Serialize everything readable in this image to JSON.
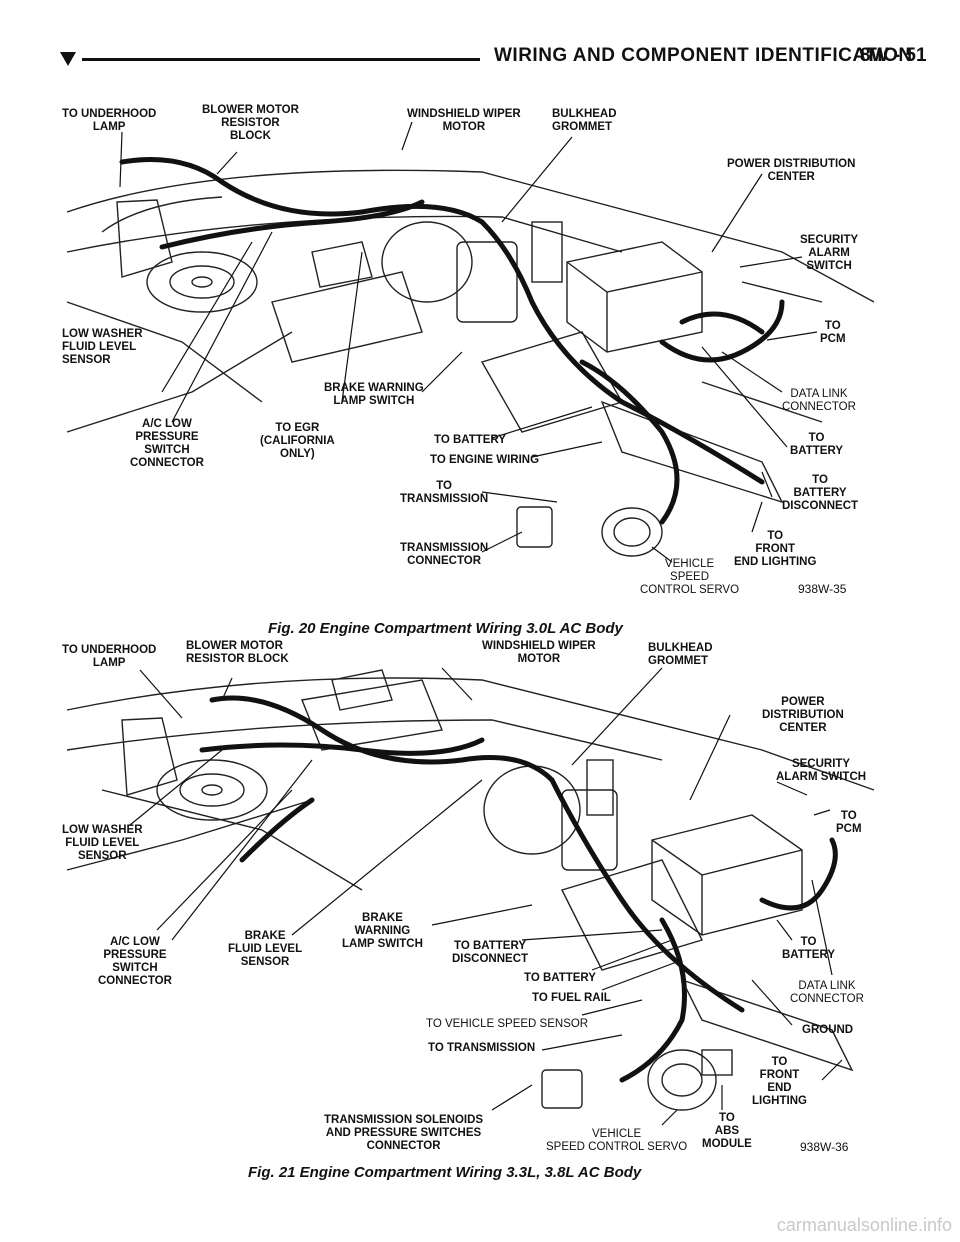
{
  "header": {
    "title": "WIRING AND COMPONENT IDENTIFICATION",
    "page": "8W - 51"
  },
  "figure1": {
    "caption": "Fig. 20 Engine Compartment Wiring 3.0L AC Body",
    "code": "938W-35",
    "labels": {
      "underhood_lamp": "TO UNDERHOOD\nLAMP",
      "blower_resistor": "BLOWER MOTOR\nRESISTOR\nBLOCK",
      "wiper_motor": "WINDSHIELD WIPER\nMOTOR",
      "bulkhead": "BULKHEAD\nGROMMET",
      "pdc": "POWER DISTRIBUTION\nCENTER",
      "security": "SECURITY\nALARM\nSWITCH",
      "pcm": "TO\nPCM",
      "washer": "LOW WASHER\nFLUID LEVEL\nSENSOR",
      "brake_warning": "BRAKE WARNING\nLAMP SWITCH",
      "data_link": "DATA LINK\nCONNECTOR",
      "ac_low": "A/C LOW\nPRESSURE\nSWITCH\nCONNECTOR",
      "egr": "TO EGR\n(CALIFORNIA\nONLY)",
      "to_battery": "TO BATTERY",
      "engine_wiring": "TO ENGINE WIRING",
      "battery_right": "TO\nBATTERY",
      "transmission": "TO\nTRANSMISSION",
      "battery_disconnect": "TO\nBATTERY\nDISCONNECT",
      "trans_connector": "TRANSMISSION\nCONNECTOR",
      "front_lighting": "TO\nFRONT\nEND LIGHTING",
      "speed_servo": "VEHICLE\nSPEED\nCONTROL SERVO"
    }
  },
  "figure2": {
    "caption": "Fig. 21 Engine Compartment Wiring 3.3L, 3.8L AC Body",
    "code": "938W-36",
    "labels": {
      "underhood_lamp": "TO UNDERHOOD\nLAMP",
      "blower_resistor": "BLOWER MOTOR\nRESISTOR BLOCK",
      "wiper_motor": "WINDSHIELD WIPER\nMOTOR",
      "bulkhead": "BULKHEAD\nGROMMET",
      "pdc": "POWER\nDISTRIBUTION\nCENTER",
      "security": "SECURITY\nALARM SWITCH",
      "pcm": "TO\nPCM",
      "washer": "LOW WASHER\nFLUID LEVEL\nSENSOR",
      "brake_warning": "BRAKE\nWARNING\nLAMP SWITCH",
      "battery_disconnect": "TO BATTERY\nDISCONNECT",
      "battery_right": "TO\nBATTERY",
      "ac_low": "A/C LOW\nPRESSURE\nSWITCH\nCONNECTOR",
      "brake_fluid": "BRAKE\nFLUID LEVEL\nSENSOR",
      "to_battery": "TO BATTERY",
      "fuel_rail": "TO FUEL RAIL",
      "data_link": "DATA LINK\nCONNECTOR",
      "vss": "TO VEHICLE SPEED SENSOR",
      "ground": "GROUND",
      "transmission": "TO TRANSMISSION",
      "front_lighting": "TO\nFRONT\nEND\nLIGHTING",
      "trans_solenoids": "TRANSMISSION SOLENOIDS\nAND PRESSURE SWITCHES\nCONNECTOR",
      "speed_servo": "VEHICLE\nSPEED CONTROL SERVO",
      "abs": "TO\nABS\nMODULE"
    }
  },
  "watermark": "carmanualsonline.info"
}
